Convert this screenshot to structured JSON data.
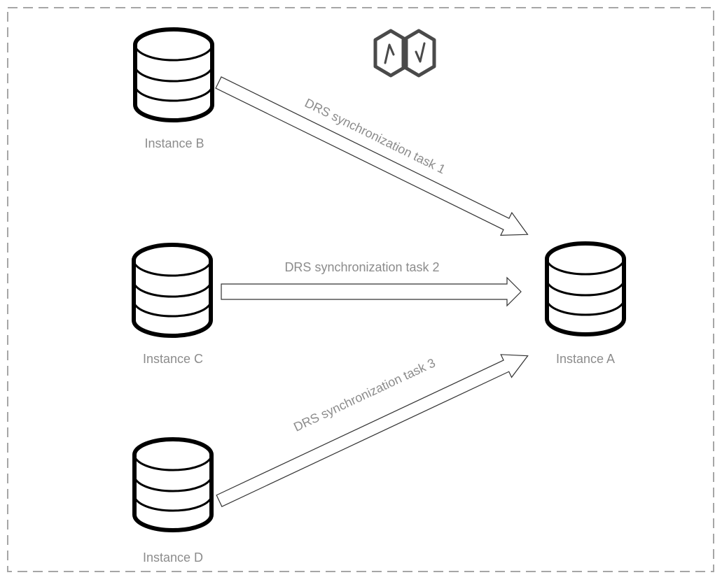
{
  "diagram": {
    "instances": {
      "b": "Instance B",
      "c": "Instance C",
      "d": "Instance D",
      "a": "Instance A"
    },
    "tasks": {
      "t1": "DRS synchronization task 1",
      "t2": "DRS synchronization task 2",
      "t3": "DRS synchronization task 3"
    },
    "logo": "drs-sync-icon"
  }
}
